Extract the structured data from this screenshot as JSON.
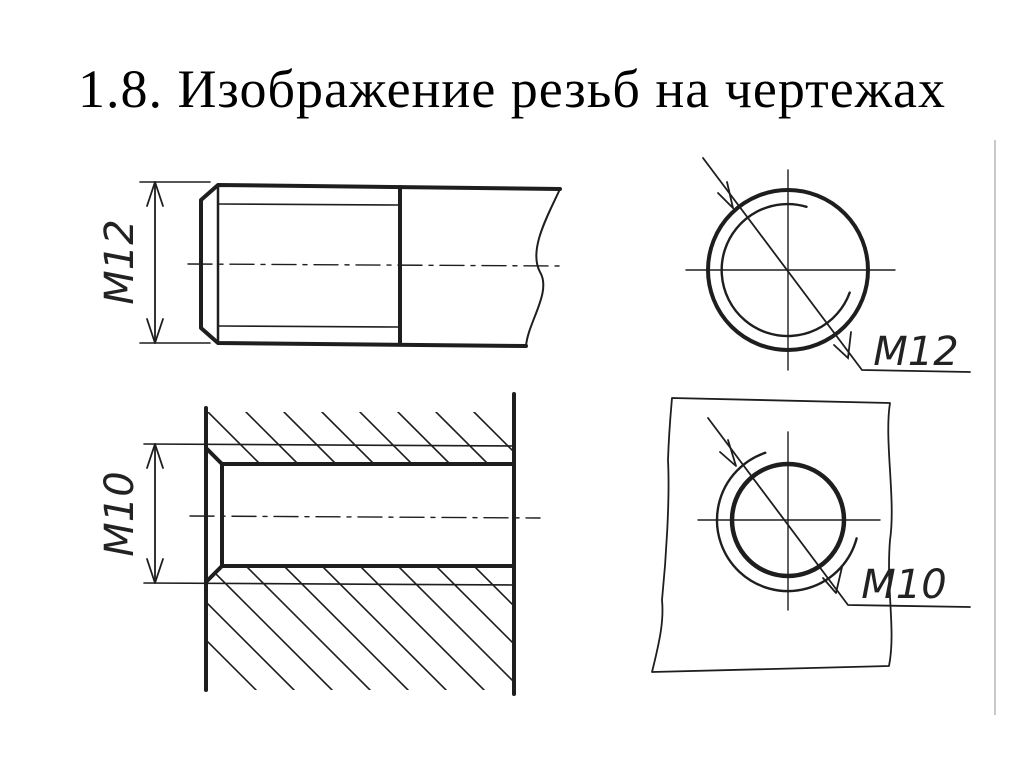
{
  "slide": {
    "title": "1.8. Изображение резьб на чертежах"
  },
  "drawings": {
    "external_thread_side": {
      "dimension_label": "M12"
    },
    "external_thread_end": {
      "dimension_label": "M12"
    },
    "internal_thread_section": {
      "dimension_label": "M10"
    },
    "internal_thread_end": {
      "dimension_label": "M10"
    }
  },
  "colors": {
    "ink": "#1e1e1e",
    "background": "#ffffff"
  }
}
